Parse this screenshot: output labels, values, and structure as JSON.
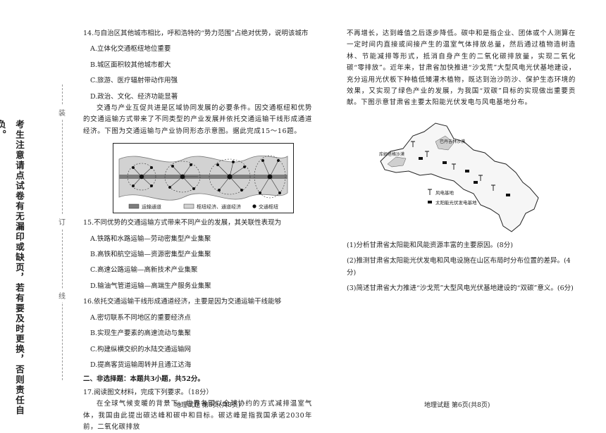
{
  "binding": {
    "notice": "考生注意请点试卷有无漏印或缺页，若有要及时更换，否则责任自负。",
    "marks": [
      "装",
      "订",
      "线"
    ]
  },
  "left": {
    "q14": {
      "stem": "14.与自治区其他城市相比，呼和浩特的“势力范围”占绝对优势，说明该城市",
      "options": [
        "A.立体化交通枢纽地位重要",
        "B.城区面积较其他城市都大",
        "C.旅游、医疗辐射带动作用强",
        "D.政治、文化、经济功能显著"
      ]
    },
    "intro": "交通与产业互促共进是区域协同发展的必要条件。因交通枢纽和优势的交通运输方式带来了不同类型的产业发展并依托交通运输干线形成通道经济。下图为交通运输与产业协同形态示意图。据此完成15～16题。",
    "legend": [
      "运输通道",
      "枢纽经济、通道经济",
      "交通枢纽"
    ],
    "q15": {
      "stem": "15.不同优势的交通运输方式带来不同产业的发展，其关联性表现为",
      "options": [
        "A.铁路和水路运输—劳动密集型产业集聚",
        "B.高铁和航空运输—资源密集型产业集聚",
        "C.高速公路运输—高新技术产业集聚",
        "D.输油气管道运输—高端生产服务业集聚"
      ]
    },
    "q16": {
      "stem": "16.依托交通运输干线形成通道经济，主要是因为交通运输干线能够",
      "options": [
        "A.密切联系不同地区的重要经济点",
        "B.实现生产要素的高速流动与集聚",
        "C.构建纵横交织的水陆交通运输网",
        "D.提高客货运输周转并且通江达海"
      ]
    },
    "section2": "二、非选择题：本题共3小题，共52分。",
    "q17_stem": "17.阅读图文材料，完成下列要求。（18分）",
    "q17_text": "在全球气候变暖的背景下，世界各国以全球协约的方式减排温室气体，我国由此提出碳达峰和碳中和目标。碳达峰是指我国承诺2030年前，二氧化碳排放"
  },
  "right": {
    "text": "不再增长，达到峰值之后逐步降低。碳中和是指企业、团体或个人测算在一定时间内直接或间接产生的温室气体排放总量，然后通过植物造树造林、节能减排等形式，抵消自身产生的二氧化碳排放量，实现二氧化碳“零排放”。近年来，甘肃省加快推进“沙戈荒”大型风电光伏基地建设，充分运用光伏板下种植低矮灌木植物，既达到治沙防沙、保护生态环境的效果，又实现了绿色产业的发展，为我国“双碳”目标的实现做出重要贡献。下图示意甘肃省主要太阳能光伏发电与风电基地分布。",
    "map_labels": {
      "desert1": "巴丹吉林沙漠",
      "desert2": "库姆塔格沙漠",
      "wind": "风电基地",
      "solar": "太阳能光伏发电基地"
    },
    "questions": [
      "(1)分析甘肃省太阳能和风能资源丰富的主要原因。(8分)",
      "(2)推测甘肃省太阳能光伏发电和风电设施在山区布局时分布位置的差异。(4分)",
      "(3)简述甘肃省大力推进“沙戈荒”大型风电光伏基地建设的“双碳”意义。(6分)"
    ]
  },
  "footer": {
    "left": "地理试题  第5页(共8页)",
    "right": "地理试题  第6页(共8页)"
  }
}
